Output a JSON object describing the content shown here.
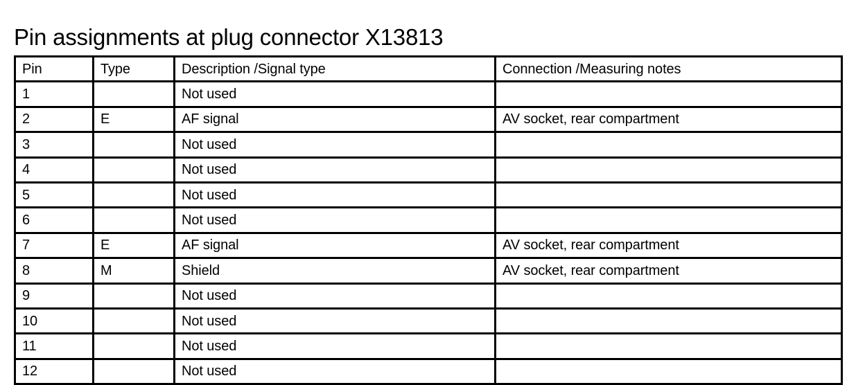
{
  "document": {
    "title": "Pin assignments at plug connector X13813"
  },
  "table": {
    "headers": [
      "Pin",
      "Type",
      "Description /Signal type",
      "Connection /Measuring notes"
    ],
    "rows": [
      {
        "pin": "1",
        "type": "",
        "description": "Not used",
        "connection": ""
      },
      {
        "pin": "2",
        "type": "E",
        "description": "AF signal",
        "connection": "AV socket, rear compartment"
      },
      {
        "pin": "3",
        "type": "",
        "description": "Not used",
        "connection": ""
      },
      {
        "pin": "4",
        "type": "",
        "description": "Not used",
        "connection": ""
      },
      {
        "pin": "5",
        "type": "",
        "description": "Not used",
        "connection": ""
      },
      {
        "pin": "6",
        "type": "",
        "description": "Not used",
        "connection": ""
      },
      {
        "pin": "7",
        "type": "E",
        "description": "AF signal",
        "connection": "AV socket, rear compartment"
      },
      {
        "pin": "8",
        "type": "M",
        "description": "Shield",
        "connection": "AV socket, rear compartment"
      },
      {
        "pin": "9",
        "type": "",
        "description": "Not used",
        "connection": ""
      },
      {
        "pin": "10",
        "type": "",
        "description": "Not used",
        "connection": ""
      },
      {
        "pin": "11",
        "type": "",
        "description": "Not used",
        "connection": ""
      },
      {
        "pin": "12",
        "type": "",
        "description": "Not used",
        "connection": ""
      }
    ]
  },
  "colors": {
    "text": "#000000",
    "background": "#ffffff",
    "border": "#000000"
  }
}
